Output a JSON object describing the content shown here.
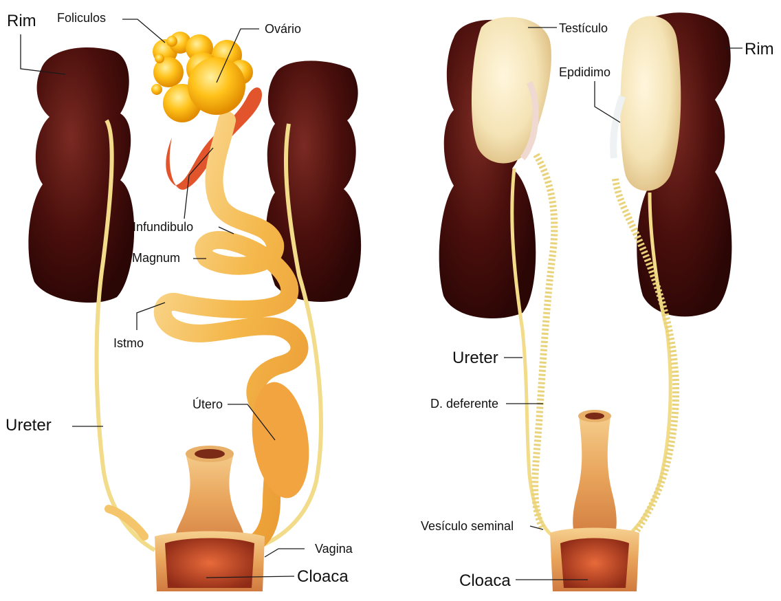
{
  "female": {
    "rim": "Rim",
    "foliculos": "Foliculos",
    "ovario": "Ovário",
    "infundibulo": "Infundibulo",
    "magnum": "Magnum",
    "istmo": "Istmo",
    "ureter": "Ureter",
    "utero": "Útero",
    "vagina": "Vagina",
    "cloaca": "Cloaca"
  },
  "male": {
    "testiculo": "Testículo",
    "rim": "Rim",
    "epididimo": "Epdidimo",
    "ureter": "Ureter",
    "deferente": "D. deferente",
    "vesiculo": "Vesículo seminal",
    "cloaca": "Cloaca"
  },
  "colors": {
    "kidney": "#4a0f0c",
    "kidney_highlight": "#7a2a22",
    "ureter": "#f2dc8a",
    "oviduct": "#f4b74a",
    "follicle": "#ffc21a",
    "infundibulum": "#e2552c",
    "testis": "#f4e3b5",
    "cloaca": "#c94a2a",
    "deferens": "#e8d27a"
  }
}
